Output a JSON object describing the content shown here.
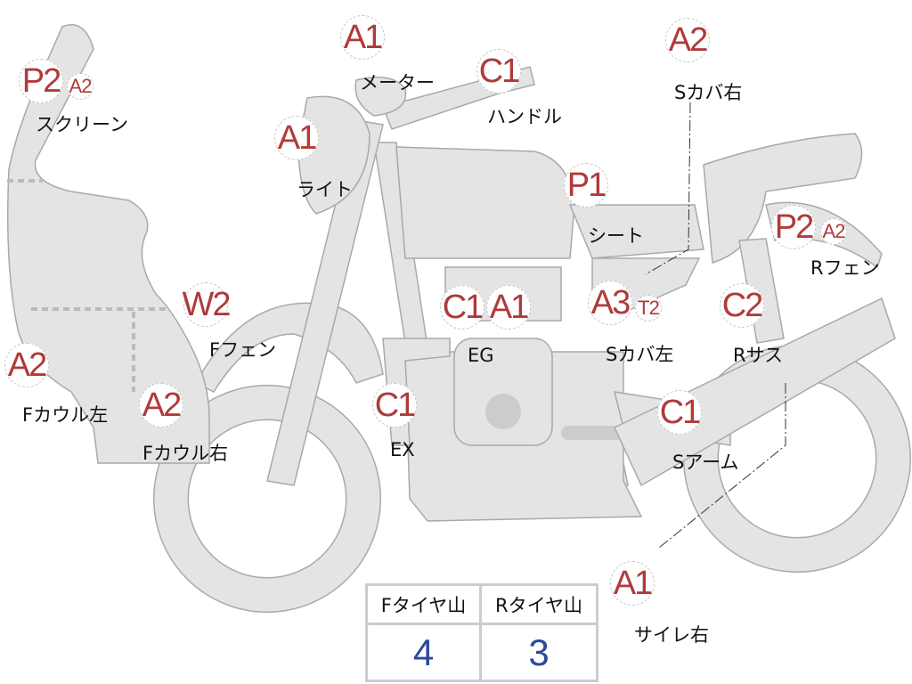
{
  "parts": [
    {
      "id": "screen",
      "label": "スクリーン",
      "codes": [
        "P2",
        "A2"
      ]
    },
    {
      "id": "meter",
      "label": "メーター",
      "codes": [
        "A1"
      ]
    },
    {
      "id": "handle",
      "label": "ハンドル",
      "codes": [
        "C1"
      ]
    },
    {
      "id": "light",
      "label": "ライト",
      "codes": [
        "A1"
      ]
    },
    {
      "id": "seat",
      "label": "シート",
      "codes": [
        "P1"
      ]
    },
    {
      "id": "side-cover-right",
      "label": "Sカバ右",
      "codes": [
        "A2"
      ]
    },
    {
      "id": "rear-fender",
      "label": "Rフェン",
      "codes": [
        "P2",
        "A2"
      ]
    },
    {
      "id": "front-fender",
      "label": "Fフェン",
      "codes": [
        "W2"
      ]
    },
    {
      "id": "engine",
      "label": "EG",
      "codes": [
        "C1",
        "A1"
      ]
    },
    {
      "id": "side-cover-left",
      "label": "Sカバ左",
      "codes": [
        "A3",
        "T2"
      ]
    },
    {
      "id": "rear-suspension",
      "label": "Rサス",
      "codes": [
        "C2"
      ]
    },
    {
      "id": "front-cowl-left",
      "label": "Fカウル左",
      "codes": [
        "A2"
      ]
    },
    {
      "id": "front-cowl-right",
      "label": "Fカウル右",
      "codes": [
        "A2"
      ]
    },
    {
      "id": "exhaust",
      "label": "EX",
      "codes": [
        "C1"
      ]
    },
    {
      "id": "swing-arm",
      "label": "Sアーム",
      "codes": [
        "C1"
      ]
    },
    {
      "id": "silencer-right",
      "label": "サイレ右",
      "codes": [
        "A1"
      ]
    }
  ],
  "tire_table": {
    "headers": [
      "Fタイヤ山",
      "Rタイヤ山"
    ],
    "values": [
      "4",
      "3"
    ]
  },
  "colors": {
    "code": "#b03a3a",
    "value": "#2a4a9a",
    "body": "#e4e4e4"
  }
}
